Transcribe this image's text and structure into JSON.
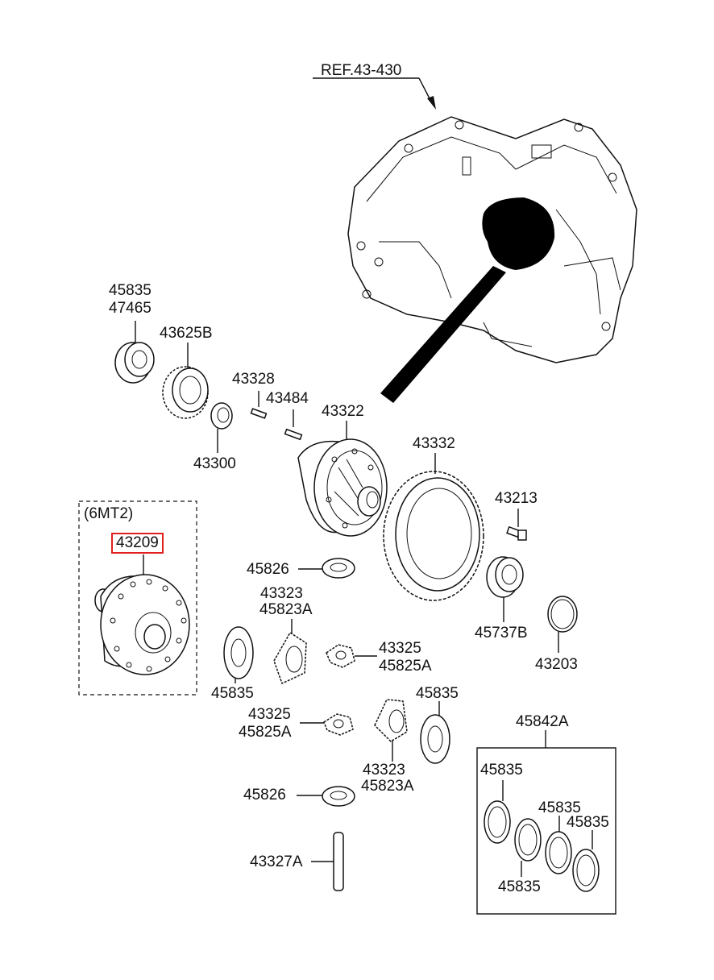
{
  "ref_label": "REF.43-430",
  "variant_label": "(6MT2)",
  "highlight_color": "#e02020",
  "labels": {
    "p45835_a": "45835",
    "p47465": "47465",
    "p43625B": "43625B",
    "p43328": "43328",
    "p43484": "43484",
    "p43322": "43322",
    "p43332": "43332",
    "p43300": "43300",
    "p43213": "43213",
    "p43209": "43209",
    "p45826_a": "45826",
    "p43323_a": "43323",
    "p45823A_a": "45823A",
    "p45737B": "45737B",
    "p43325_a": "43325",
    "p45825A_a": "45825A",
    "p43203": "43203",
    "p45835_b": "45835",
    "p43325_b": "43325",
    "p45825A_b": "45825A",
    "p45835_c": "45835",
    "p45842A": "45842A",
    "p43323_b": "43323",
    "p45823A_b": "45823A",
    "p45835_d": "45835",
    "p45826_b": "45826",
    "p45835_e": "45835",
    "p45835_f": "45835",
    "p43327A": "43327A",
    "p45835_g": "45835"
  }
}
